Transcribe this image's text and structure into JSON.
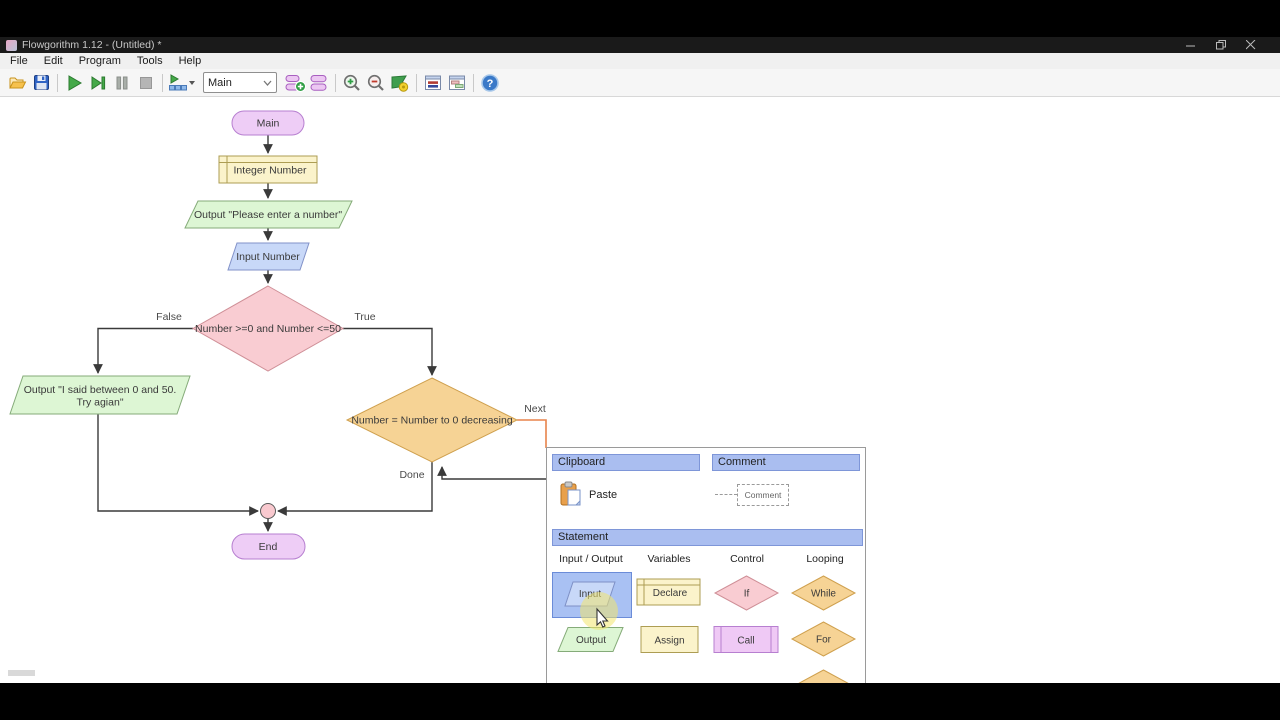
{
  "window": {
    "title": "Flowgorithm 1.12 - (Untitled) *"
  },
  "menu": {
    "items": [
      "File",
      "Edit",
      "Program",
      "Tools",
      "Help"
    ]
  },
  "toolbar": {
    "function_selector_value": "Main",
    "help_glyph": "?",
    "icons": [
      "open",
      "save",
      "run",
      "step-over",
      "pause",
      "stop",
      "flowchart-layout",
      "add-function",
      "functions",
      "zoom-in",
      "zoom-out",
      "variable-watch",
      "console",
      "windows",
      "help"
    ]
  },
  "flowchart": {
    "main_label": "Main",
    "declare_text": "Integer Number",
    "output_prompt": "Output \"Please enter a number\"",
    "input_text": "Input Number",
    "if_condition": "Number >=0 and Number <=50",
    "false_label": "False",
    "true_label": "True",
    "error_output_line1": "Output \"I said between 0 and 50.",
    "error_output_line2": "Try agian\"",
    "for_text": "Number = Number to 0 decreasing",
    "next_label": "Next",
    "done_label": "Done",
    "end_label": "End"
  },
  "panel": {
    "clipboard_header": "Clipboard",
    "comment_header": "Comment",
    "paste_label": "Paste",
    "comment_item_label": "Comment",
    "statement_header": "Statement",
    "columns": [
      "Input / Output",
      "Variables",
      "Control",
      "Looping"
    ],
    "items": {
      "input": "Input",
      "declare": "Declare",
      "if": "If",
      "while": "While",
      "output": "Output",
      "assign": "Assign",
      "call": "Call",
      "for": "For"
    }
  },
  "colors": {
    "terminal_fill": "#eecdf6",
    "terminal_border": "#b77fd0",
    "declare_fill": "#fbf3cb",
    "output_fill": "#ddf6d4",
    "input_fill": "#c8d8f8",
    "if_fill": "#f9ccd2",
    "loop_fill": "#f6d395",
    "call_fill": "#efc9f5",
    "junction_fill": "#f9c9cf",
    "selection_orange": "#e8834b",
    "header_blue": "#aabef0",
    "connector": "#3a3a3a"
  }
}
